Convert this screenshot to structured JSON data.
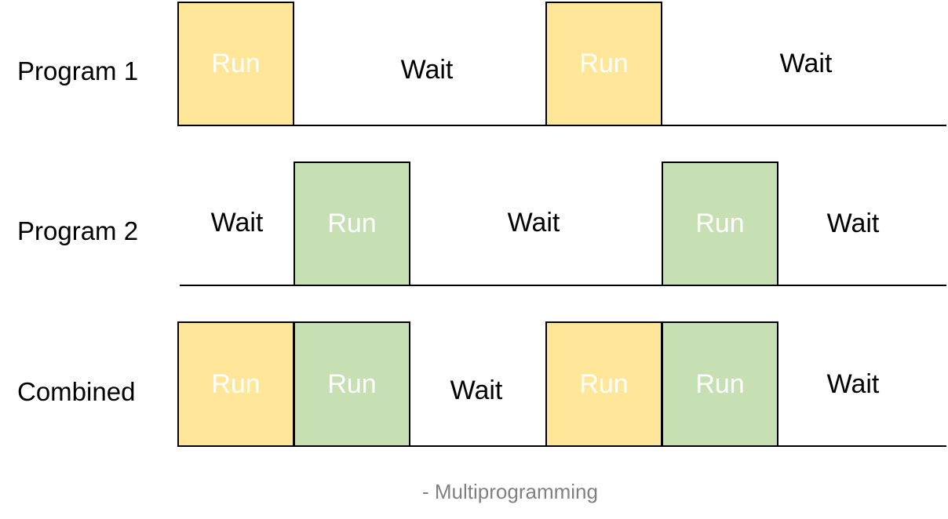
{
  "colors": {
    "run_program1": "#ffe699",
    "run_program2": "#c6e0b4",
    "baseline": "#000000",
    "caption": "#808080"
  },
  "rows": [
    {
      "label": "Program 1",
      "segments": [
        {
          "kind": "run",
          "text": "Run",
          "program": 1
        },
        {
          "kind": "wait",
          "text": "Wait"
        },
        {
          "kind": "run",
          "text": "Run",
          "program": 1
        },
        {
          "kind": "wait",
          "text": "Wait"
        }
      ]
    },
    {
      "label": "Program 2",
      "segments": [
        {
          "kind": "wait",
          "text": "Wait"
        },
        {
          "kind": "run",
          "text": "Run",
          "program": 2
        },
        {
          "kind": "wait",
          "text": "Wait"
        },
        {
          "kind": "run",
          "text": "Run",
          "program": 2
        },
        {
          "kind": "wait",
          "text": "Wait"
        }
      ]
    },
    {
      "label": "Combined",
      "segments": [
        {
          "kind": "run",
          "text": "Run",
          "program": 1
        },
        {
          "kind": "run",
          "text": "Run",
          "program": 2
        },
        {
          "kind": "wait",
          "text": "Wait"
        },
        {
          "kind": "run",
          "text": "Run",
          "program": 1
        },
        {
          "kind": "run",
          "text": "Run",
          "program": 2
        },
        {
          "kind": "wait",
          "text": "Wait"
        }
      ]
    }
  ],
  "caption": "- Multiprogramming"
}
